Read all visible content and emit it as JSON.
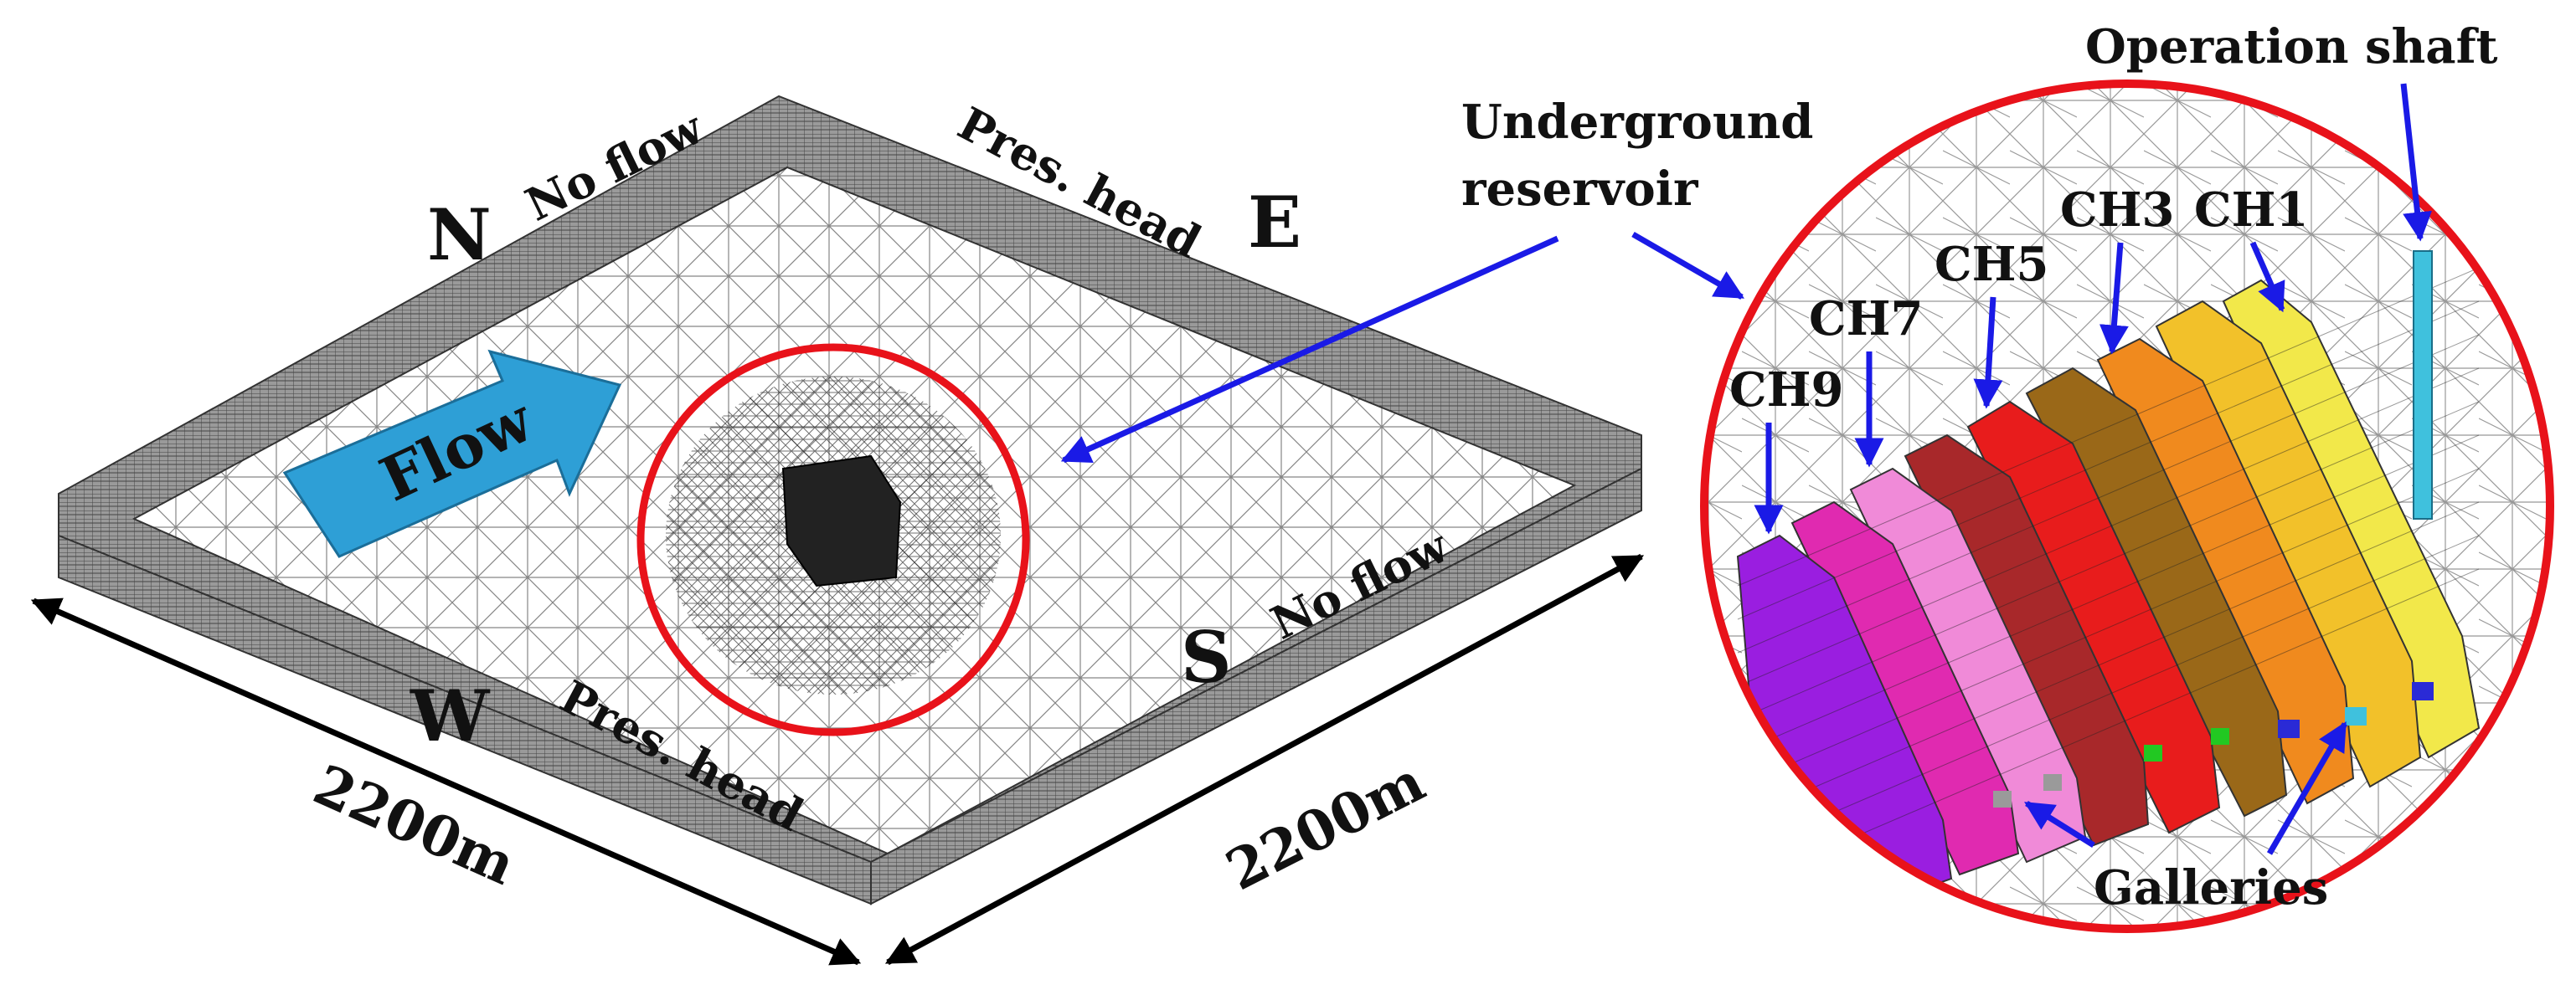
{
  "labels": {
    "north": "N",
    "east": "E",
    "south": "S",
    "west": "W",
    "no_flow_north": "No flow",
    "no_flow_south": "No flow",
    "pres_head_east": "Pres. head",
    "pres_head_west": "Pres. head",
    "flow": "Flow",
    "dim_west": "2200m",
    "dim_south": "2200m",
    "underground_reservoir_line1": "Underground",
    "underground_reservoir_line2": "reservoir",
    "operation_shaft": "Operation shaft",
    "ch1": "CH1",
    "ch3": "CH3",
    "ch5": "CH5",
    "ch7": "CH7",
    "ch9": "CH9",
    "galleries": "Galleries"
  },
  "colors": {
    "highlight_circle": "#e8121a",
    "callout_arrow": "#1a1ae6",
    "flow_arrow": "#2e9fd6",
    "mesh": "#1a1a1a",
    "wall": "#8a8a8a",
    "shaft": "#3fc1dd",
    "ch1": "#f2e84a",
    "ch2": "#f2c12a",
    "ch3": "#f08a1e",
    "ch4": "#9a6818",
    "ch5": "#e81c1c",
    "ch6": "#a8282a",
    "ch7": "#f08ad8",
    "ch8": "#e02ab0",
    "ch9": "#9a1ee0"
  }
}
